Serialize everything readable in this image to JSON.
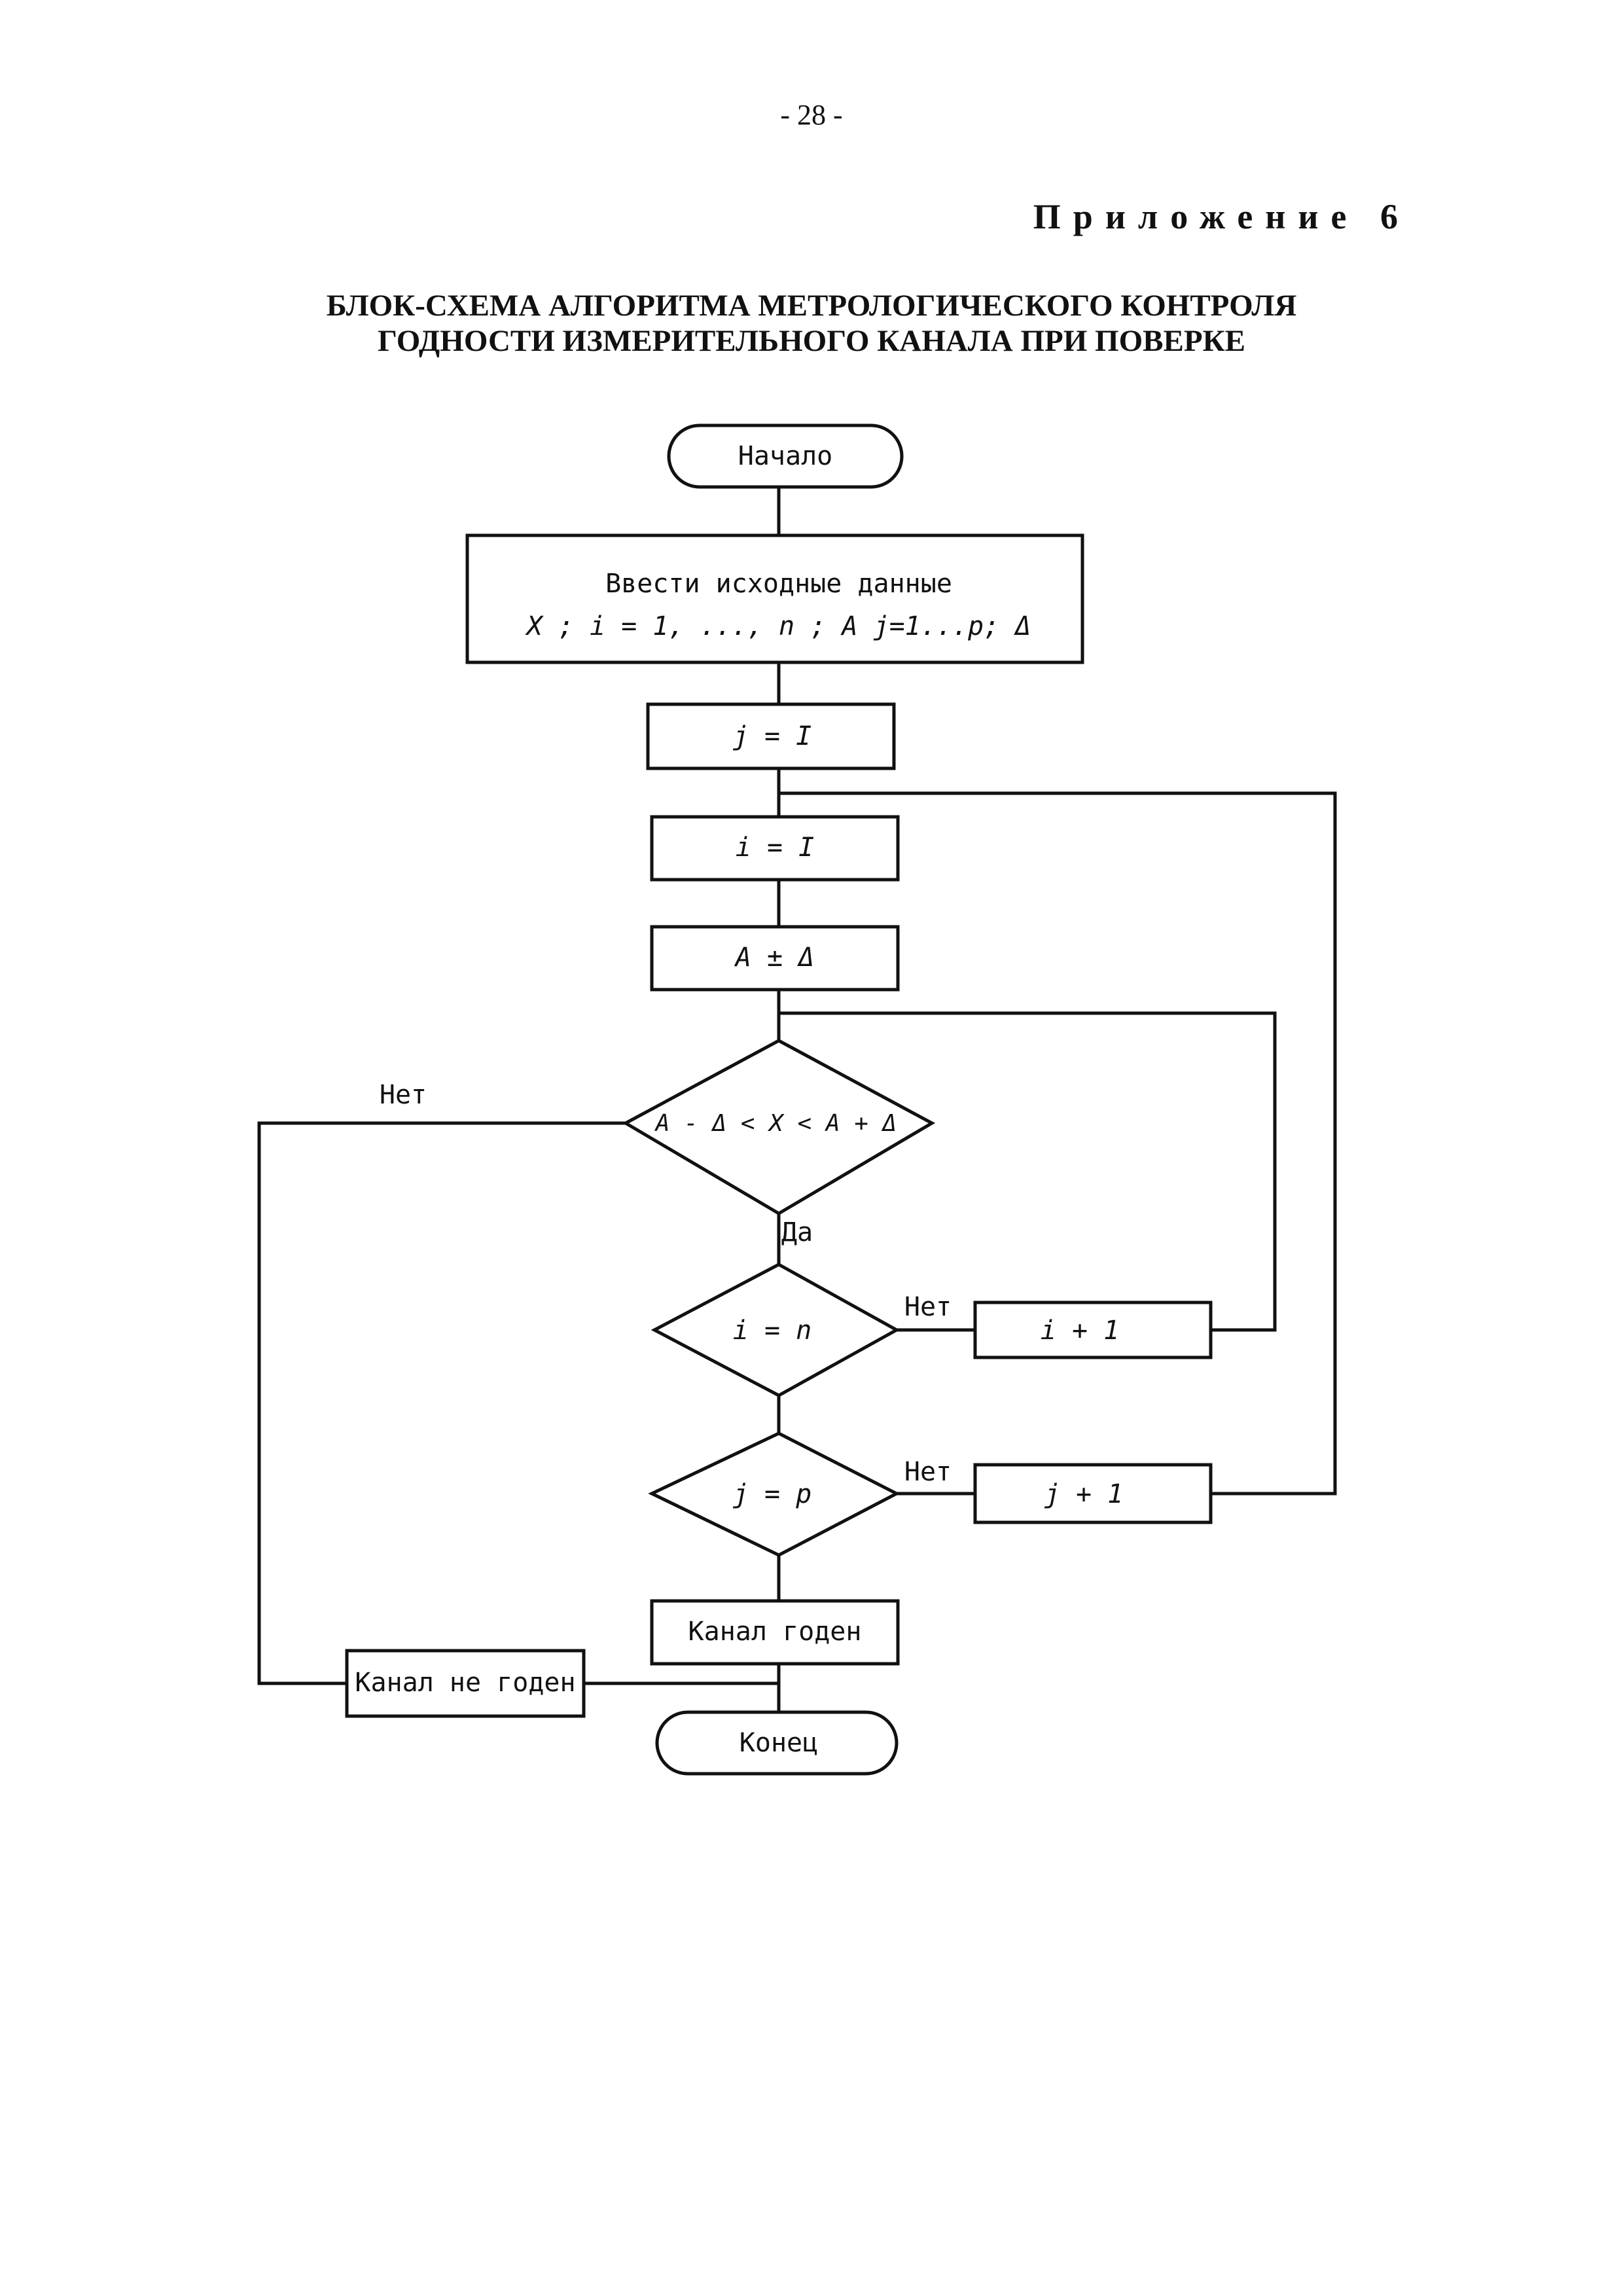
{
  "page_number": "- 28 -",
  "appendix": "Приложение 6",
  "title_line1": "БЛОК-СХЕМА АЛГОРИТМА МЕТРОЛОГИЧЕСКОГО КОНТРОЛЯ",
  "title_line2": "ГОДНОСТИ ИЗМЕРИТЕЛЬНОГО КАНАЛА ПРИ ПОВЕРКЕ",
  "flowchart": {
    "start": "Начало",
    "input_line1": "Ввести исходные данные",
    "input_line2": "X ; i = 1, ..., n ; A j=1...p; Δ",
    "j_init": "j = I",
    "i_init": "i = I",
    "limits": "A ± Δ",
    "check_condition": "A - Δ < X < A + Δ",
    "check_yes": "Да",
    "check_no": "Нет",
    "i_condition": "i = n",
    "i_no": "Нет",
    "i_increment": "i + 1",
    "j_condition": "j = p",
    "j_no": "Нет",
    "j_increment": "j + 1",
    "result_ok": "Канал годен",
    "result_fail": "Канал не годен",
    "end": "Конец"
  }
}
